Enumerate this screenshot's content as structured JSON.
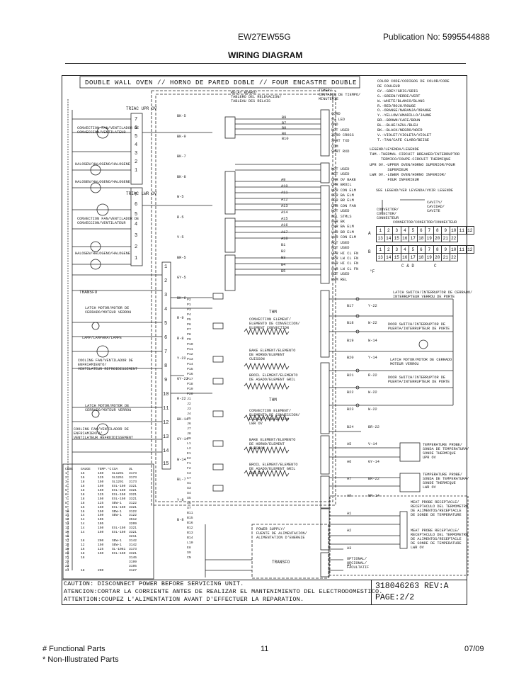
{
  "header": {
    "model": "EW27EW55G",
    "publication": "Publication No:  5995544888",
    "title": "WIRING DIAGRAM"
  },
  "diagram": {
    "title": "DOUBLE WALL OVEN // HORNO DE PARED DOBLE // FOUR ENCASTRE DOUBLE",
    "relay_board": "RELAY BOARD/\nTABLERO DEL RELEVACION/\nTABLEAU DES RELAIS",
    "timer": "TIMER/\nCONTADOR DE TIEMPO/\nMINUTERIE",
    "triac_upr": "TRIAC UPR OV",
    "triac_lwr": "TRIAC LWR OV",
    "conv_fan_upper": "CONVECTION FAN/VENTILADOR DE\nCONVECCION/VENTILATEUR",
    "halogen_1": "HALOGEN/HALOGENO/HALOGENE",
    "halogen_2": "HALOGEN/HALOGENO/HALOGENE",
    "conv_fan_lower": "CONVECTION FAN/VENTILADOR DE\nCONVECCION/VENTILATEUR",
    "halogen_3": "HALOGEN/HALOGENO/HALOGENE",
    "transfo_left": "TRANSFO",
    "latch_motor_1": "LATCH MOTOR/MOTOR DE\nCERRADO/MOTEUR VERROU",
    "lamp_1": "LAMP/LAMPARA/LAMPE",
    "cooling_fan_1": "COOLING FAN/VENTILADOR DE\nENFRIAMIENTO/\nVENTILATEUR REFROIDISSEMENT",
    "latch_motor_2": "LATCH MOTOR/MOTOR DE\nCERRADO/MOTEUR VERROU",
    "cooling_fan_2": "COOLING FAN/VENTILADOR DE\nENFRIAMIENTO/\nVENTILATEUR REFROIDISSEMENT",
    "thm_1": "THM",
    "conv_element_1": "CONVECTION ELEMENT/\nELEMENTO DE CONVECCION/\nELEMENT CONVECTION",
    "bake_element": "BAKE ELEMENT/ELEMENTO\nDE HORNO/ELEMENT\nCUISSON",
    "broil_element": "BROIL ELEMENT/ELEMENTO\nDE ASADO/ELEMENT GRIL",
    "thm_2": "THM",
    "conv_element_2": "CONVECTION ELEMENT/\nELEMENTO DE CONVECCION/\nELEMENT CONVECTION\nLWR OV",
    "bake_element_2": "BAKE ELEMENT/ELEMENTO\nDE HORNO/ELEMENT\nCUISSON",
    "broil_element_2": "BROIL ELEMENT/ELEMENTO\nDE ASADO/ELEMENT GRIL\nLWR OV",
    "power_supply": "POWER SUPPLY/\nFUENTE DE ALIMENTACION/\nALIMENTATION D'ENERGIE",
    "transfo_bottom": "TRANSFO",
    "optional": "OPTIONAL/\nOPCIONAL/\nFACULTATIF",
    "latch_switch": "LATCH SWITCH/INTERRUPTOR DE CERRADO/\nINTERRUPTEUR VERROU DE PORTE",
    "door_switch": "DOOR SWITCH/INTERRUPTOR DE\nPUERTA/INTERRUPTEUR DE PORTE",
    "latch_motor_r": "LATCH MOTOR/MOTOR DE CERRADO\nMOTEUR VERROU",
    "door_switch_2": "DOOR SWITCH/INTERRUPTOR DE\nPUERTA/INTERRUPTEUR DE PORTE",
    "temp_probe_1": "TEMPERATURE PROBE/\nSONDA DE TEMPERATURA/\nSONDE THERMIQUE\nUPR OV",
    "temp_probe_2": "TEMPERATURE PROBE/\nSONDA DE TEMPERATURA/\nSONDE THERMIQUE\nLWR OV",
    "meat_probe_1": "MEAT PROBE RECEPTACLE/\nRECEPTACULO DEL TERMOMETRO\nDE ALIMENTOS/RECEPTACLE\nDE SONDE DE TEMPERATURE",
    "meat_probe_2": "MEAT PROBE RECEPTACLE/\nRECEPTACULO DEL TERMOMETRO\nDE ALIMENTOS/RECEPTACLE\nDE SONDE DE TEMPERATURE\nLWR OV",
    "cavity_key": "CAVITY/\nCAVIDAD/\nCAVITE",
    "connector_key": "CONVECTOR/\nCONECTOR/\nCONNECTEUR",
    "see_legend": "SEE LEGEND/VER LEYENDA/VOIR LEGENDE",
    "degf": "°F",
    "connector_pins_a": [
      "1",
      "2",
      "3",
      "4",
      "5",
      "6",
      "7",
      "8",
      "9",
      "10",
      "11",
      "12"
    ],
    "connector_pins_a2": [
      "13",
      "14",
      "15",
      "16",
      "17",
      "18",
      "19",
      "20",
      "21",
      "22"
    ],
    "connector_pins_b": [
      "1",
      "2",
      "3",
      "4",
      "5",
      "6",
      "7",
      "8",
      "9",
      "10",
      "11",
      "12"
    ],
    "connector_pins_b2": [
      "13",
      "14",
      "15",
      "16",
      "17",
      "18",
      "19",
      "20",
      "21",
      "22"
    ],
    "connector_col_labels": [
      "C & D",
      "C"
    ],
    "connector_row_labels": [
      "A",
      "B"
    ],
    "relay_pins_j9": [
      "B9",
      "B7",
      "B8",
      "B6",
      "B10"
    ],
    "timer_terms": [
      "CORD",
      "5V LED",
      "GND",
      "NOT USED",
      "ZERO CROSS",
      "SMRT TXD",
      "COM",
      "SMRT RXD"
    ],
    "timer_right_terms": [
      "NOT USED",
      "NOT USED",
      "UPR OV BAKE",
      "UPR BROIL",
      "UPR CON ELM",
      "UPR BA ELM",
      "UPR BR ELM",
      "UPR CON FAN",
      "NOT USED",
      "NGL STMLS",
      "LWR BK",
      "LWR BA ELM",
      "LWR BR ELM",
      "LWR CON ELM",
      "NOT USED",
      "NOT USED",
      "UPR HI CL FN",
      "UPR LW CL FN",
      "LWR HI CL FN",
      "LWR LW CL FN",
      "NOT USED",
      "PWM REL"
    ],
    "pin_labels_left": [
      "A9",
      "A10",
      "A11",
      "A12",
      "A13",
      "A14",
      "A15",
      "A16",
      "A17",
      "A18",
      "B1",
      "B2",
      "B3",
      "B4",
      "B5"
    ],
    "right_pins": [
      "B17",
      "B18",
      "B19",
      "B20",
      "B21",
      "B22",
      "B23",
      "B24",
      "A5",
      "A6",
      "A7",
      "A8",
      "A1",
      "A2",
      "A3",
      "A4"
    ],
    "right_wires": [
      "Y-22",
      "W-22",
      "W-14",
      "Y-14",
      "R-22",
      "W-22",
      "W-22",
      "BR-22",
      "V-14",
      "GY-14",
      "BR-22",
      "BR-14"
    ],
    "wire_labels": [
      "BK-5",
      "BK-9",
      "BK-7",
      "BK-8",
      "W-5",
      "R-5",
      "V-5",
      "BR-5",
      "GY-5",
      "BK-6",
      "R-9",
      "R-8",
      "Y-22",
      "GY-22",
      "R-22",
      "BK-14",
      "GY-14",
      "W-14",
      "BL-7",
      "Y-8",
      "B-8"
    ],
    "connectors_misc": [
      "P2",
      "P1",
      "P3",
      "P4",
      "P5",
      "P6",
      "P7",
      "P8",
      "P9",
      "P10",
      "P11",
      "P12",
      "P13",
      "P14",
      "P15",
      "P16",
      "P17",
      "P18",
      "P19",
      "P20",
      "J1",
      "J2",
      "J3",
      "J4",
      "J5",
      "J6",
      "J7",
      "J8",
      "J9",
      "L1",
      "L2",
      "E1",
      "E2",
      "F1",
      "F2",
      "C3",
      "C7",
      "S1",
      "S3",
      "S4",
      "S5",
      "S6",
      "S7",
      "B11",
      "B15",
      "B16",
      "B12",
      "B13",
      "B14",
      "L10",
      "E8",
      "S9",
      "CN"
    ],
    "gauge_table": {
      "header": [
        "CODE",
        "GAUGE",
        "TEMP.°C",
        "CSA",
        "UL"
      ],
      "rows": [
        [
          "1",
          "16",
          "150",
          "SL1291",
          "3173"
        ],
        [
          "2",
          "16",
          "125",
          "SL1251",
          "3173"
        ],
        [
          "3",
          "18",
          "150",
          "SL1291",
          "3173"
        ],
        [
          "4",
          "18",
          "150",
          "EXL-150",
          "3321"
        ],
        [
          "5",
          "18",
          "150",
          "EXL-150",
          "3321"
        ],
        [
          "6",
          "18",
          "125",
          "EXL-150",
          "3321"
        ],
        [
          "7",
          "18",
          "150",
          "EXL-150",
          "3321"
        ],
        [
          "8",
          "18",
          "125",
          "SEW-1",
          "3122"
        ],
        [
          "9",
          "16",
          "150",
          "EXL-150",
          "3321"
        ],
        [
          "10",
          "16",
          "150",
          "SEW-1",
          "3122"
        ],
        [
          "11",
          "14",
          "150",
          "SEW-1",
          "3122"
        ],
        [
          "12",
          "14",
          "105",
          "",
          "3512"
        ],
        [
          "13",
          "14",
          "105",
          "",
          "3209"
        ],
        [
          "14",
          "14",
          "150",
          "EXL-150",
          "3321"
        ],
        [
          "15",
          "14",
          "150",
          "EXL-150",
          "3321"
        ],
        [
          "16",
          "",
          "",
          "",
          "3211"
        ],
        [
          "17",
          "18",
          "200",
          "SEW-1",
          "3142"
        ],
        [
          "18",
          "12",
          "150",
          "SEW-1",
          "3142"
        ],
        [
          "19",
          "16",
          "125",
          "SL-1061",
          "3173"
        ],
        [
          "20",
          "18",
          "150",
          "EXL-150",
          "3321"
        ],
        [
          "21",
          "18",
          "",
          "",
          "3145"
        ],
        [
          "22",
          "",
          "",
          "",
          "3199"
        ],
        [
          "23",
          "",
          "",
          "",
          "3195"
        ],
        [
          "24",
          "18",
          "200",
          "",
          "3127"
        ]
      ]
    }
  },
  "legend": {
    "color_code": [
      "COLOR CODE/CODIGOS DE COLOR/CODE",
      "DE COULEUR",
      "GY.-GREY/GRIS/GRIS",
      "G.-GREEN/VERDE/VERT",
      "W.-WHITE/BLANCO/BLANC",
      "R.-RED/ROJO/ROUGE",
      "O.-ORANGE/NARANJA/ORANGE",
      "Y.-YELLOW/AMARILLO/JAUNE",
      "BR.-BROWN/CAFE/BRUN",
      "BL.-BLUE/AZUL/BLEU",
      "BK.-BLACK/NEGRO/NOIR",
      "V.-VIOLET/VIOLETA/VIOLET",
      "T.-TAN/CAFE CLARO/BEIGE"
    ],
    "definitions": [
      "LEGEND/LEYENDA/LEGENDE",
      "THM.-THERMAL CIRCUIT BREAKER/INTERRUPTOR",
      "     TERMICO/COUPE-CIRCUIT THERMIQUE",
      "UPR OV.-UPPER OVEN/HORNO SUPERIOR/FOUR",
      "        SUPERIEUR",
      "LWR OV.-LOWER OVEN/HORNO INFERIOR/",
      "        FOUR INFERIEUR"
    ],
    "connector_title": "CONNECTOR/CONECTOR/CONNECTEUR"
  },
  "caution": [
    "CAUTION: DISCONNECT POWER BEFORE SERVICING UNIT.",
    "ATENCION:CORTAR LA CORRIENTE ANTES DE REALIZAR EL MANTENIMIENTO DEL ELECTRODOMESTICO.",
    "ATTENTION:COUPEZ L'ALIMENTATION AVANT D'EFFECTUER LA REPARATION."
  ],
  "revision": {
    "doc": "318046263 REV:A",
    "page": "PAGE:2/2"
  },
  "footer": {
    "functional": "# Functional Parts",
    "non_illustrated": "* Non-Illustrated Parts",
    "page_number": "11",
    "date": "07/09"
  }
}
